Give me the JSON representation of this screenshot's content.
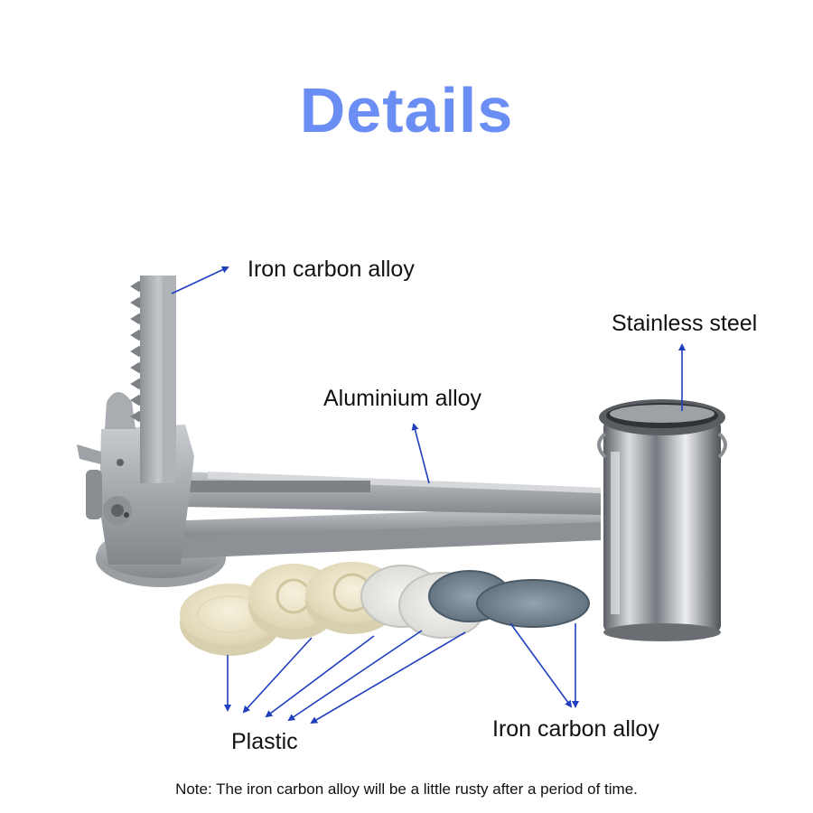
{
  "title": "Details",
  "labels": {
    "rack": "Iron carbon alloy",
    "cup": "Stainless steel",
    "handle": "Aluminium alloy",
    "discs_plastic": "Plastic",
    "discs_metal": "Iron carbon alloy"
  },
  "note": "Note: The iron carbon alloy will be a little rusty after a period of time.",
  "colors": {
    "title": "#6b8ef4",
    "arrow": "#1f3fbf",
    "aluminium": "#a9adb2",
    "steel": "#8c9096",
    "plastic": "#efe8cc",
    "metal_disc": "#6e8090"
  }
}
